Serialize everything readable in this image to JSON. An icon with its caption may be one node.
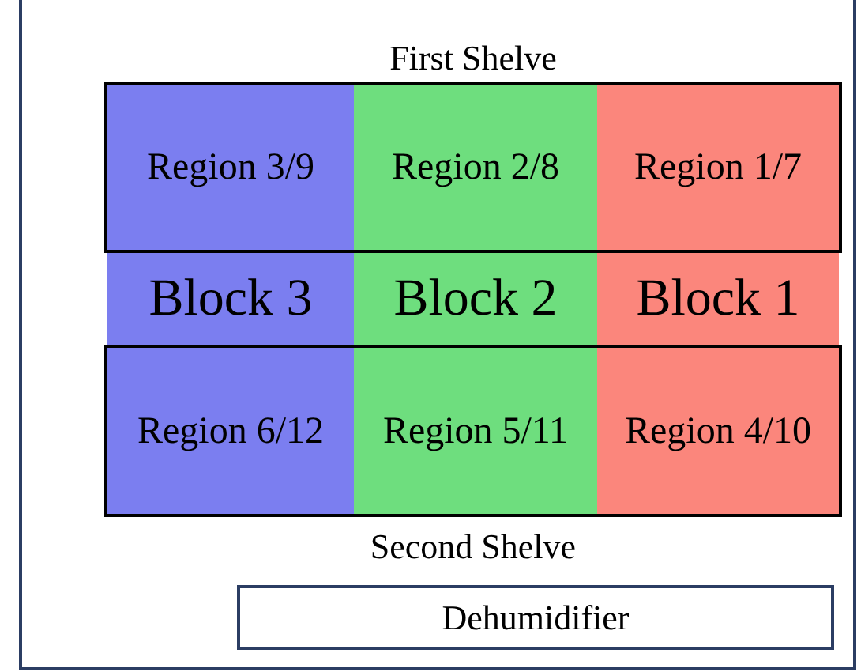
{
  "diagram": {
    "nodes": [
      {
        "text": [
          "First Shelve"
        ]
      },
      {
        "text": [
          "Region 3/9"
        ],
        "in": 0
      },
      {
        "text": [
          "Region 2/8"
        ],
        "in": 0
      },
      {
        "text": [
          "Region 1/7"
        ],
        "in": 0
      },
      {
        "text": [
          "Block 3"
        ]
      },
      {
        "text": [
          "Block 2"
        ]
      },
      {
        "text": [
          "Block 1"
        ]
      },
      {
        "text": [
          "Second Shelve"
        ]
      },
      {
        "text": [
          "Region 6/12"
        ],
        "in": 7
      },
      {
        "text": [
          "Region 5/11"
        ],
        "in": 7
      },
      {
        "text": [
          "Region 4/10"
        ],
        "in": 7
      },
      {
        "text": [
          "Dehumidifier"
        ]
      }
    ]
  }
}
